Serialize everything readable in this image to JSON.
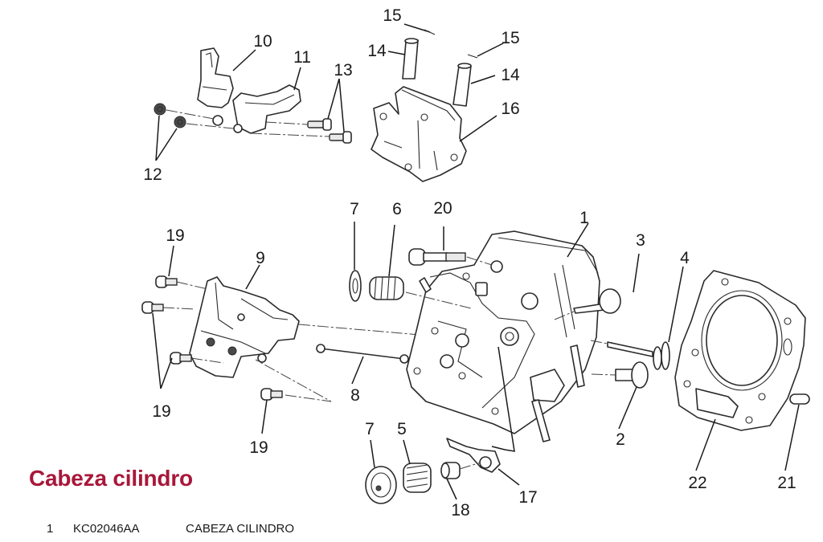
{
  "section": {
    "title": "Cabeza cilindro",
    "title_color": "#a8173a"
  },
  "diagram": {
    "callouts": {
      "c1": "1",
      "c2": "2",
      "c3": "3",
      "c4": "4",
      "c5": "5",
      "c6": "6",
      "c7a": "7",
      "c7b": "7",
      "c8": "8",
      "c9": "9",
      "c10": "10",
      "c11": "11",
      "c12": "12",
      "c13": "13",
      "c14a": "14",
      "c14b": "14",
      "c15a": "15",
      "c15b": "15",
      "c16": "16",
      "c17": "17",
      "c18": "18",
      "c19a": "19",
      "c19b": "19",
      "c19c": "19",
      "c20": "20",
      "c21": "21",
      "c22": "22"
    }
  },
  "parts_list": [
    {
      "item": "1",
      "code": "KC02046AA",
      "description": "CABEZA CILINDRO"
    }
  ]
}
